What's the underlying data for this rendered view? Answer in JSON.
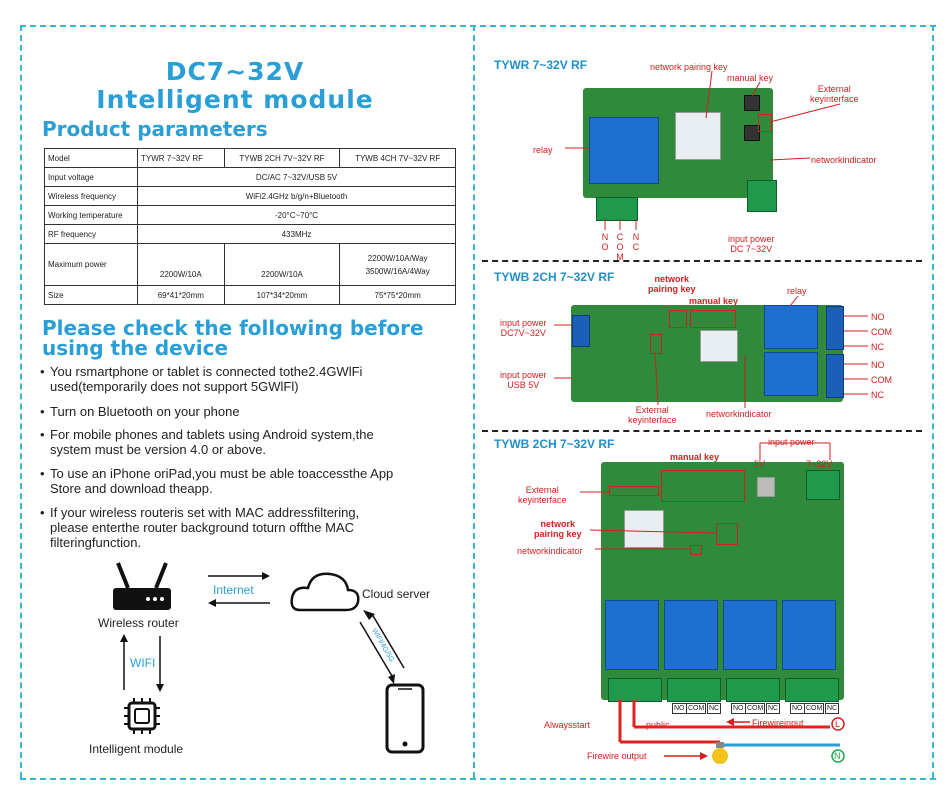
{
  "left": {
    "title_line1": "DC7~32V",
    "title_line2": "Intelligent module",
    "params_heading": "Product parameters",
    "table": {
      "header": [
        "Model",
        "TYWR 7~32V RF",
        "TYWB 2CH 7V~32V RF",
        "TYWB 4CH 7V~32V RF"
      ],
      "rows": [
        {
          "label": "Input voltage",
          "value": "DC/AC 7~32V/USB 5V"
        },
        {
          "label": "Wireless frequency",
          "value": "WiFi2.4GHz b/g/n+Bluetooth"
        },
        {
          "label": "Working temperature",
          "value": "-20°C~70°C"
        },
        {
          "label": "RF frequency",
          "value": "433MHz"
        }
      ],
      "power": {
        "label": "Maximum power",
        "v1": "2200W/10A",
        "v2": "2200W/10A",
        "v3a": "2200W/10A/Way",
        "v3b": "3500W/16A/4Way"
      },
      "size": {
        "label": "Size",
        "v1": "69*41*20mm",
        "v2": "107*34*20mm",
        "v3": "75*75*20mm"
      }
    },
    "check_heading_1": "Please check the following before",
    "check_heading_2": "using the device",
    "bullets": [
      {
        "l1": "You rsmartphone or tablet is connected tothe2.4GWlFi",
        "l2": "used(temporarily does not support 5GWlFl)"
      },
      {
        "l1": "Turn on Bluetooth on your phone",
        "l2": ""
      },
      {
        "l1": "For mobile phones and tablets using Android system,the",
        "l2": "system must be version 4.0 or above."
      },
      {
        "l1": "To use an iPhone oriPad,you must be able toaccessthe App",
        "l2": "Store and download theapp."
      },
      {
        "l1": "If your wireless routeris set with MAC addressfiltering,",
        "l2": "please enterthe router background toturn offthe MAC",
        "l3": "filteringfunction."
      }
    ],
    "diagram": {
      "router_label": "Wireless router",
      "internet_label": "Internet",
      "cloud_label": "Cloud server",
      "wifi_label": "WIFI",
      "module_label": "Intelligent module",
      "phone_link_label": "WIFI/4G/5G"
    }
  },
  "right": {
    "s1": {
      "title": "TYWR 7~32V RF",
      "network_pairing": "network pairing key",
      "manual": "manual key",
      "external1": "External",
      "external2": "keyinterface",
      "relay": "relay",
      "indicator": "networkindicator",
      "n": [
        "N",
        "O"
      ],
      "c": [
        "C",
        "O",
        "M"
      ],
      "nc": [
        "N",
        "C"
      ],
      "input1": "input power",
      "input2": "DC 7~32V"
    },
    "s2": {
      "title": "TYWB 2CH  7~32V RF",
      "network1": "network",
      "network2": "pairing key",
      "manual": "manual key",
      "relay": "relay",
      "input1": "input power",
      "input2": "DC7V~32V",
      "usb1": "input power",
      "usb2": "USB 5V",
      "external1": "External",
      "external2": "keyinterface",
      "indicator": "networkindicator",
      "outs": [
        "NO",
        "COM",
        "NC",
        "NO",
        "COM",
        "NC"
      ]
    },
    "s3": {
      "title": "TYWB 2CH  7~32V RF",
      "input_power": "input power",
      "v5": "5V",
      "v732": "7~32V",
      "manual": "manual key",
      "external1": "External",
      "external2": "keyinterface",
      "network1": "network",
      "network2": "pairing key",
      "indicator": "networkindicator",
      "nobox": [
        "NO",
        "COM",
        "NC"
      ],
      "always": "Alwaysstart",
      "public": "public",
      "firewire_in": "Firewireinput",
      "firewire_out": "Firewire output",
      "L": "L",
      "N": "N"
    }
  },
  "colors": {
    "accent": "#2a9fd6",
    "label_red": "#d21f1f",
    "pcb_green": "#2f8b3b",
    "relay_blue": "#1e6fd0"
  }
}
